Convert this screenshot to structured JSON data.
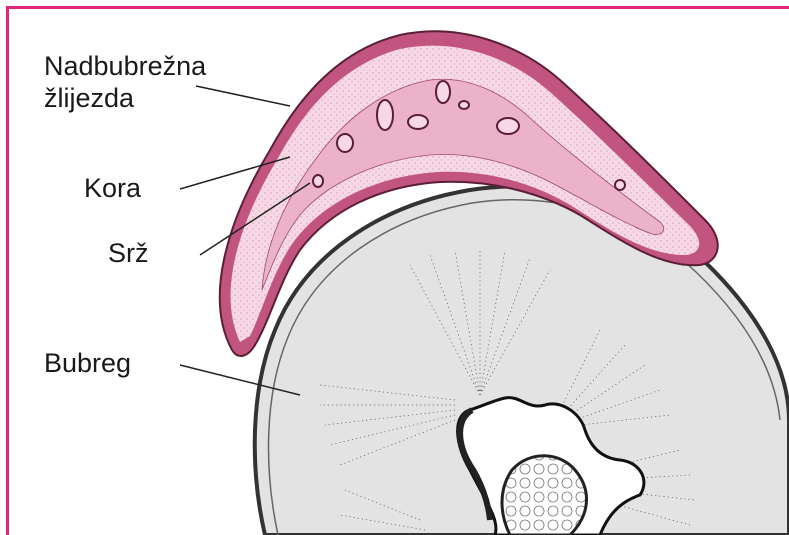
{
  "labels": {
    "adrenal_line1": "Nadbubrežna",
    "adrenal_line2": "žlijezda",
    "cortex": "Kora",
    "medulla": "Srž",
    "kidney": "Bubreg"
  },
  "colors": {
    "frame": "#e0287a",
    "adrenal_outer": "#c2557f",
    "adrenal_fill": "#f7d8e4",
    "adrenal_medulla": "#ecb2c8",
    "kidney_fill": "#e3e3e3",
    "outline": "#333333"
  }
}
